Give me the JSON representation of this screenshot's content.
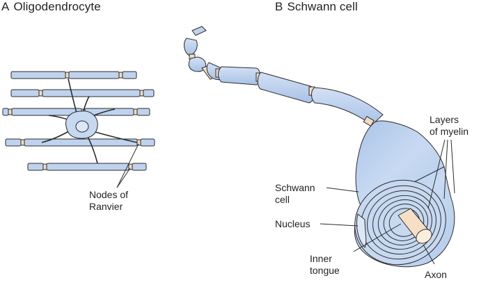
{
  "panel_a": {
    "letter": "A",
    "title": "Oligodendrocyte"
  },
  "panel_b": {
    "letter": "B",
    "title": "Schwann cell"
  },
  "labels": {
    "nodes_line1": "Nodes of",
    "nodes_line2": "Ranvier",
    "layers_line1": "Layers",
    "layers_line2": "of myelin",
    "schwann_line1": "Schwann",
    "schwann_line2": "cell",
    "nucleus": "Nucleus",
    "inner_line1": "Inner",
    "inner_line2": "tongue",
    "axon": "Axon"
  },
  "colors": {
    "myelin": "#bfd3ee",
    "myelin_dark": "#9dbbe3",
    "node": "#f3dcc2",
    "axon": "#f6dfc4",
    "outline": "#2b2b2b"
  }
}
